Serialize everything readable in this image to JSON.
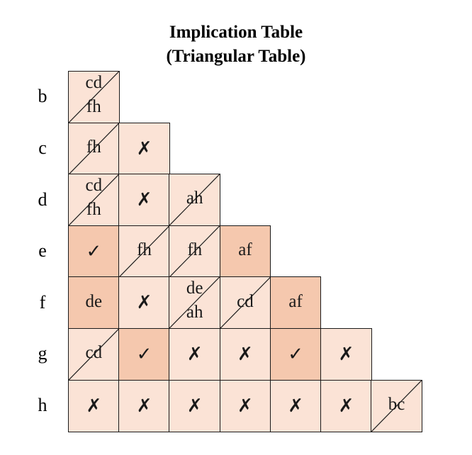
{
  "title": {
    "line1": "Implication Table",
    "line2": "(Triangular Table)"
  },
  "symbols": {
    "compatible": "✓",
    "incompatible": "✗"
  },
  "colors": {
    "cell_fill": "#fbe3d6",
    "cell_fill_dark": "#f5c8ae",
    "border": "#1a1a1a"
  },
  "row_labels": [
    "b",
    "c",
    "d",
    "e",
    "f",
    "g",
    "h"
  ],
  "rows": [
    [
      {
        "type": "text",
        "lines": [
          "cd",
          "fh"
        ],
        "crossed": true,
        "dark": false
      }
    ],
    [
      {
        "type": "text",
        "lines": [
          "fh"
        ],
        "crossed": true,
        "dark": false
      },
      {
        "type": "x",
        "dark": false
      }
    ],
    [
      {
        "type": "text",
        "lines": [
          "cd",
          "fh"
        ],
        "crossed": true,
        "dark": false
      },
      {
        "type": "x",
        "dark": false
      },
      {
        "type": "text",
        "lines": [
          "ah"
        ],
        "crossed": true,
        "dark": false
      }
    ],
    [
      {
        "type": "check",
        "dark": true
      },
      {
        "type": "text",
        "lines": [
          "fh"
        ],
        "crossed": true,
        "dark": false
      },
      {
        "type": "text",
        "lines": [
          "fh"
        ],
        "crossed": true,
        "dark": false
      },
      {
        "type": "text",
        "lines": [
          "af"
        ],
        "crossed": false,
        "dark": true
      }
    ],
    [
      {
        "type": "text",
        "lines": [
          "de"
        ],
        "crossed": false,
        "dark": true
      },
      {
        "type": "x",
        "dark": false
      },
      {
        "type": "text",
        "lines": [
          "de",
          "ah"
        ],
        "crossed": true,
        "dark": false
      },
      {
        "type": "text",
        "lines": [
          "cd"
        ],
        "crossed": true,
        "dark": false
      },
      {
        "type": "text",
        "lines": [
          "af"
        ],
        "crossed": false,
        "dark": true
      }
    ],
    [
      {
        "type": "text",
        "lines": [
          "cd"
        ],
        "crossed": true,
        "dark": false
      },
      {
        "type": "check",
        "dark": true
      },
      {
        "type": "x",
        "dark": false
      },
      {
        "type": "x",
        "dark": false
      },
      {
        "type": "check",
        "dark": true
      },
      {
        "type": "x",
        "dark": false
      }
    ],
    [
      {
        "type": "x",
        "dark": false
      },
      {
        "type": "x",
        "dark": false
      },
      {
        "type": "x",
        "dark": false
      },
      {
        "type": "x",
        "dark": false
      },
      {
        "type": "x",
        "dark": false
      },
      {
        "type": "x",
        "dark": false
      },
      {
        "type": "text",
        "lines": [
          "bc"
        ],
        "crossed": true,
        "dark": false
      }
    ]
  ]
}
